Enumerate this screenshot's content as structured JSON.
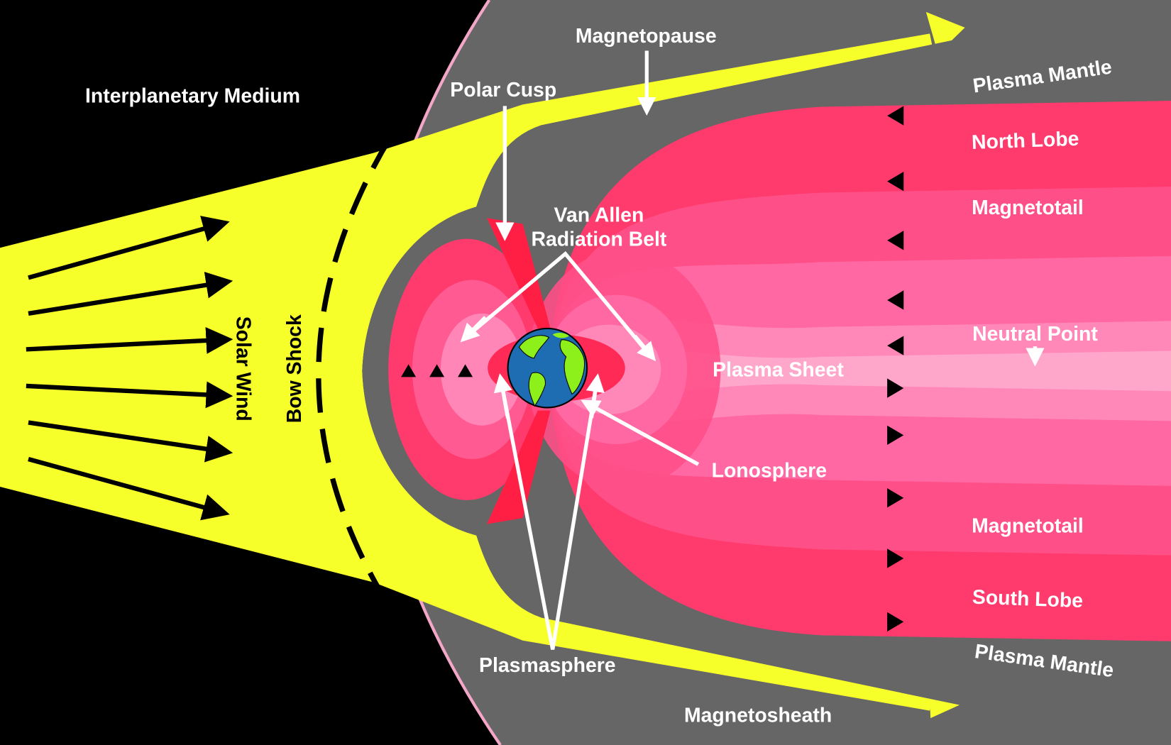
{
  "title": "Earth's Magnetosphere",
  "labels": {
    "interplanetary_medium": "Interplanetary Medium",
    "magnetopause": "Magnetopause",
    "polar_cusp": "Polar Cusp",
    "van_allen_1": "Van Allen",
    "van_allen_2": "Radiation Belt",
    "plasma_mantle_north": "Plasma Mantle",
    "north_lobe": "North Lobe",
    "magnetotail_north": "Magnetotail",
    "neutral_point": "Neutral Point",
    "plasma_sheet": "Plasma Sheet",
    "ionosphere": "Lonosphere",
    "magnetotail_south": "Magnetotail",
    "south_lobe": "South Lobe",
    "plasma_mantle_south": "Plasma Mantle",
    "plasmasphere": "Plasmasphere",
    "magnetosheath": "Magnetosheath",
    "solar_wind": "Solar Wind",
    "bow_shock": "Bow Shock"
  },
  "colors": {
    "background": "#000000",
    "sheath": "#666666",
    "solar_wind": "#f7ff2a",
    "magnetopause_edge": "#a8001e",
    "mantle": "#ff1f45",
    "lobe": "#ff3a6c",
    "tail_mid": "#ff4f88",
    "tail_inner": "#ff68a2",
    "sheet_outer": "#ff88b8",
    "sheet_core": "#ffa6cb",
    "ocean": "#1e6db3",
    "land": "#8ef01a"
  }
}
